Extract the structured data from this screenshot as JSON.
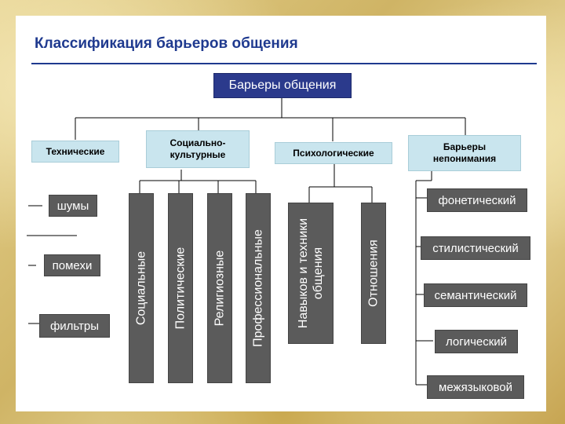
{
  "title": "Классификация барьеров общения",
  "root": "Барьеры общения",
  "categories": {
    "technical": "Технические",
    "sociocultural": "Социально-культурные",
    "psychological": "Психологические",
    "misunderstanding": "Барьеры непонимания"
  },
  "technical_items": [
    "шумы",
    "помехи",
    "фильтры"
  ],
  "sociocultural_items": [
    "Социальные",
    "Политические",
    "Религиозные",
    "Профессиональные"
  ],
  "psychological_items": [
    "Навыков и техники общения",
    "Отношения"
  ],
  "misunderstanding_items": [
    "фонетический",
    "стилистический",
    "семантический",
    "логический",
    "межязыковой"
  ],
  "colors": {
    "title": "#1f3a8f",
    "root_box": "#2b3a8c",
    "category_box": "#c9e5ee",
    "item_box": "#5b5b5b",
    "border_decor": "#d9c27a"
  }
}
